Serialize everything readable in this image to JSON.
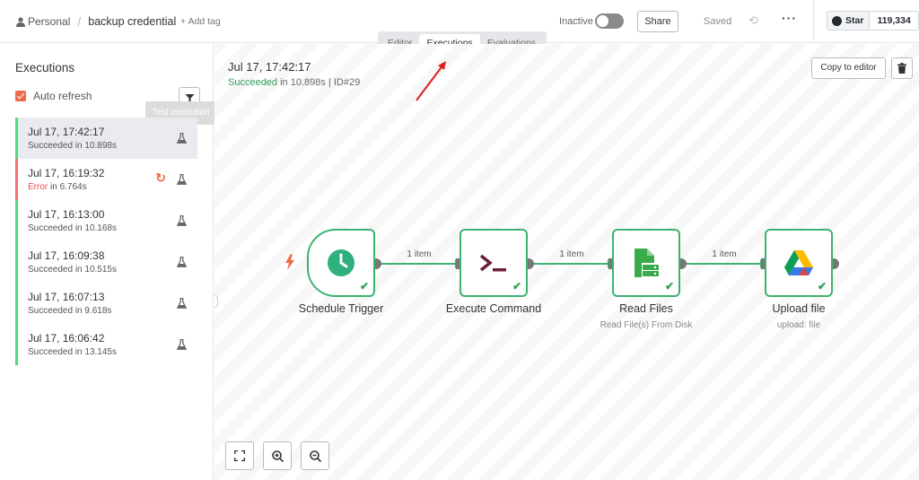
{
  "header": {
    "project": "Personal",
    "workflow": "backup credential",
    "add_tag": "+ Add tag",
    "status_label": "Inactive",
    "share": "Share",
    "saved": "Saved",
    "github_star": "Star",
    "github_count": "119,334"
  },
  "tabs": [
    {
      "label": "Editor",
      "active": false
    },
    {
      "label": "Executions",
      "active": true
    },
    {
      "label": "Evaluations",
      "active": false
    }
  ],
  "sidebar": {
    "title": "Executions",
    "auto_refresh": "Auto refresh",
    "auto_refresh_checked": true,
    "tooltip": "Test execution",
    "executions": [
      {
        "time": "Jul 17, 17:42:17",
        "status": "Succeeded",
        "duration": " in 10.898s",
        "state": "success",
        "selected": true
      },
      {
        "time": "Jul 17, 16:19:32",
        "status": "Error",
        "duration": " in 6.764s",
        "state": "error",
        "selected": false
      },
      {
        "time": "Jul 17, 16:13:00",
        "status": "Succeeded",
        "duration": " in 10.168s",
        "state": "success",
        "selected": false
      },
      {
        "time": "Jul 17, 16:09:38",
        "status": "Succeeded",
        "duration": " in 10.515s",
        "state": "success",
        "selected": false
      },
      {
        "time": "Jul 17, 16:07:13",
        "status": "Succeeded",
        "duration": " in 9.618s",
        "state": "success",
        "selected": false
      },
      {
        "time": "Jul 17, 16:06:42",
        "status": "Succeeded",
        "duration": " in 13.145s",
        "state": "success",
        "selected": false
      }
    ]
  },
  "detail": {
    "time": "Jul 17, 17:42:17",
    "status": "Succeeded",
    "meta": " in 10.898s | ID#29",
    "copy_to_editor": "Copy to editor"
  },
  "workflow": {
    "nodes": [
      {
        "label": "Schedule Trigger",
        "sub": "",
        "icon": "clock-icon"
      },
      {
        "label": "Execute Command",
        "sub": "",
        "icon": "terminal-icon"
      },
      {
        "label": "Read Files",
        "sub": "Read File(s) From Disk",
        "icon": "file-disk-icon"
      },
      {
        "label": "Upload file",
        "sub": "upload: file",
        "icon": "google-drive-icon"
      }
    ],
    "edges": [
      "1 item",
      "1 item",
      "1 item"
    ]
  },
  "colors": {
    "success": "#3cb371",
    "error": "#e84c4c",
    "accent": "#ec6b4e",
    "annotation_arrow": "#e02020"
  }
}
